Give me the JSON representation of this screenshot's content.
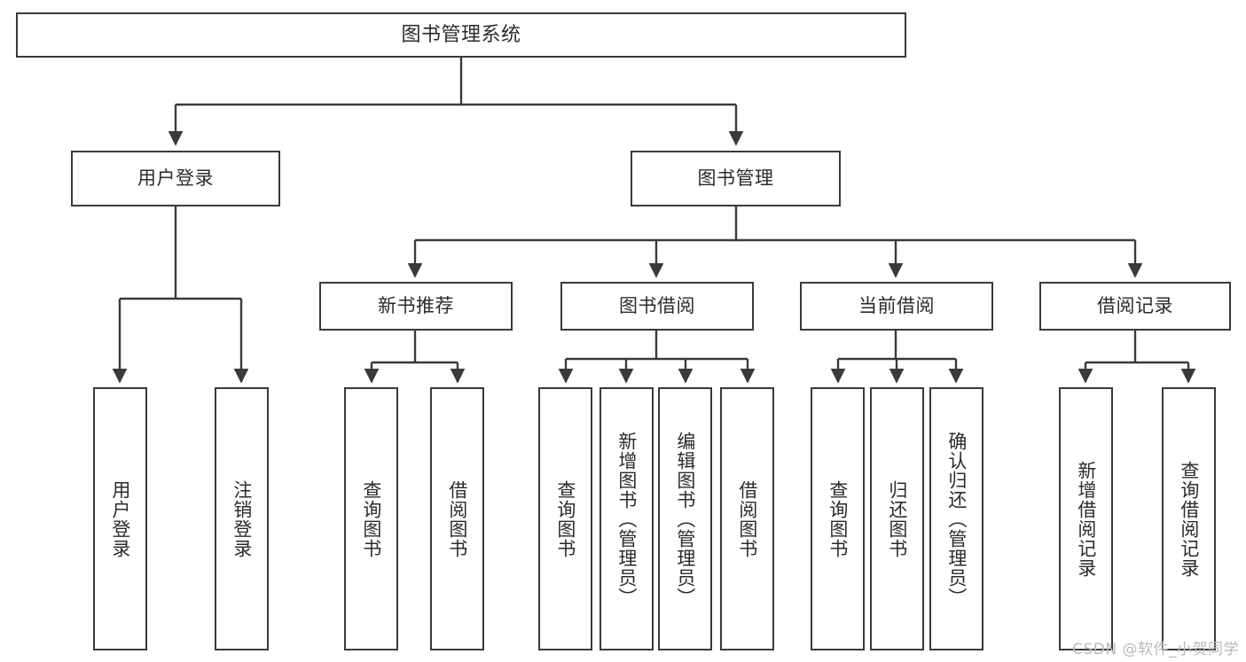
{
  "diagram": {
    "title": "图书管理系统",
    "type": "hierarchy-tree",
    "background_color": "#ffffff",
    "line_color": "#3a3a3a",
    "text_color": "#2b2b2b"
  },
  "nodes": {
    "root": {
      "label": "图书管理系统"
    },
    "level2": [
      {
        "label": "用户登录"
      },
      {
        "label": "图书管理"
      }
    ],
    "level3": [
      {
        "label": "新书推荐"
      },
      {
        "label": "图书借阅"
      },
      {
        "label": "当前借阅"
      },
      {
        "label": "借阅记录"
      }
    ],
    "leaves": {
      "user_login": [
        {
          "label": "用户登录"
        },
        {
          "label": "注销登录"
        }
      ],
      "new_book_recommend": [
        {
          "label": "查询图书"
        },
        {
          "label": "借阅图书"
        }
      ],
      "book_borrow": [
        {
          "label": "查询图书"
        },
        {
          "label": "新增图书（管理员）"
        },
        {
          "label": "编辑图书（管理员）"
        },
        {
          "label": "借阅图书"
        }
      ],
      "current_borrow": [
        {
          "label": "查询图书"
        },
        {
          "label": "归还图书"
        },
        {
          "label": "确认归还（管理员）"
        }
      ],
      "borrow_record": [
        {
          "label": "新增借阅记录"
        },
        {
          "label": "查询借阅记录"
        }
      ]
    }
  },
  "watermark": {
    "text": "CSDN @软件_小贺同学"
  }
}
